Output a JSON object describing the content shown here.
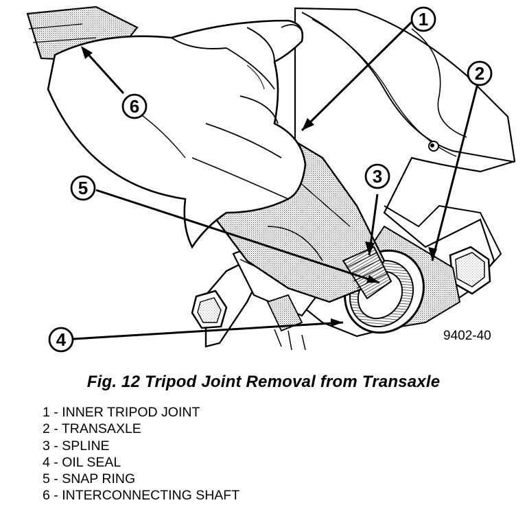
{
  "figure": {
    "code": "9402-40",
    "caption": "Fig. 12 Tripod Joint Removal from Transaxle"
  },
  "callouts": [
    "1",
    "2",
    "3",
    "4",
    "5",
    "6"
  ],
  "legend": [
    {
      "num": "1",
      "sep": " - ",
      "label": "INNER TRIPOD JOINT"
    },
    {
      "num": "2",
      "sep": " - ",
      "label": "TRANSAXLE"
    },
    {
      "num": "3",
      "sep": " - ",
      "label": "SPLINE"
    },
    {
      "num": "4",
      "sep": " - ",
      "label": "OIL SEAL"
    },
    {
      "num": "5",
      "sep": " - ",
      "label": "SNAP RING"
    },
    {
      "num": "6",
      "sep": " - ",
      "label": "INTERCONNECTING SHAFT"
    }
  ]
}
